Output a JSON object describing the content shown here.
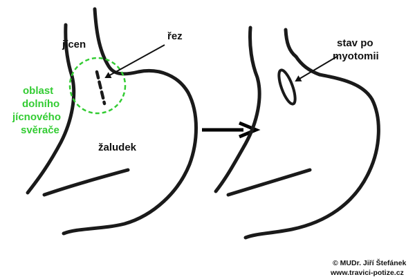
{
  "colors": {
    "outline": "#1a1a1a",
    "sphincter_highlight": "#33cc33",
    "background": "#ffffff"
  },
  "left_panel": {
    "esophagus_label": "jícen",
    "cut_label": "řez",
    "sphincter_region_label": [
      "oblast",
      "dolního",
      "jícnového",
      "svěrače"
    ],
    "stomach_label": "žaludek"
  },
  "transition_arrow": "arrow-right-icon",
  "right_panel": {
    "state_label": [
      "stav po",
      "myotomii"
    ]
  },
  "copyright": {
    "author": "© MUDr. Jiří Štefánek",
    "website": "www.travici-potize.cz"
  }
}
